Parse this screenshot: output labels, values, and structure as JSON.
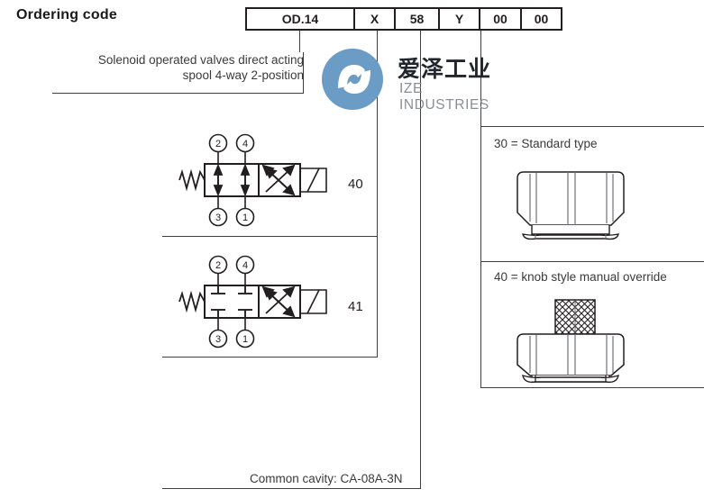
{
  "page": {
    "title": "Ordering code",
    "description_line1": "Solenoid operated valves direct acting",
    "description_line2": "spool 4-way 2-position",
    "common_cavity": "Common cavity: CA-08A-3N"
  },
  "ordering_code": {
    "cells": [
      {
        "value": "OD.14",
        "width": 121
      },
      {
        "value": "X",
        "width": 45
      },
      {
        "value": "58",
        "width": 49
      },
      {
        "value": "Y",
        "width": 45
      },
      {
        "value": "00",
        "width": 46
      },
      {
        "value": "00",
        "width": 46
      }
    ]
  },
  "spool_options": [
    {
      "code": "40",
      "ports": {
        "top_left": "2",
        "top_right": "4",
        "bottom_left": "3",
        "bottom_right": "1"
      },
      "left_envelope": "straight-arrows",
      "right_envelope": "crossed-arrows"
    },
    {
      "code": "41",
      "ports": {
        "top_left": "2",
        "top_right": "4",
        "bottom_left": "3",
        "bottom_right": "1"
      },
      "left_envelope": "blocked-ports",
      "right_envelope": "crossed-arrows"
    }
  ],
  "override_options": [
    {
      "label": "30 = Standard type",
      "icon": "standard-cap"
    },
    {
      "label": "40 = knob style manual override",
      "icon": "knob-cap"
    }
  ],
  "watermark": {
    "cn_text": "爱泽工业",
    "en_text": "IZE INDUSTRIES",
    "logo_color": "#6a9cc6"
  },
  "colors": {
    "line": "#3f3f3f",
    "text": "#3a3a3a",
    "code_text": "#231f20",
    "watermark_blue": "#6a9cc6"
  }
}
